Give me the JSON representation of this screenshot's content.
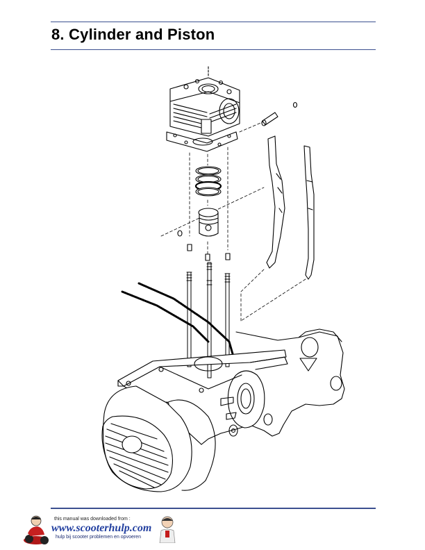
{
  "page": {
    "title": "8. Cylinder and Piston"
  },
  "footer": {
    "download_note": "this manual was downloaded from :",
    "site": "www.scooterhulp.com",
    "tagline": "hulp bij scooter problemen en opvoeren"
  },
  "colors": {
    "rule": "#3b4f8f",
    "site_text": "#2340a0"
  }
}
